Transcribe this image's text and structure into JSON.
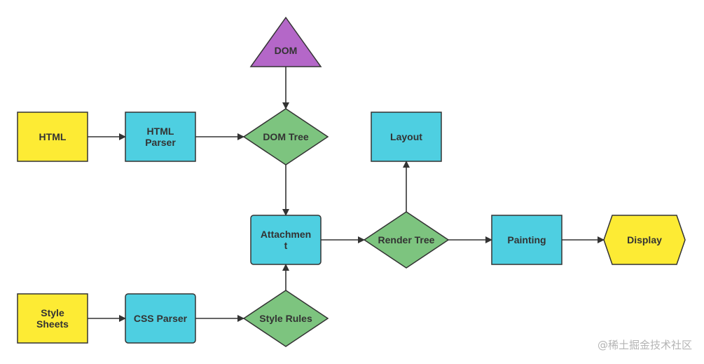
{
  "colors": {
    "yellow": "#FDEB34",
    "cyan": "#4ECFE1",
    "green": "#7DC47F",
    "purple": "#B467C8",
    "stroke": "#333333",
    "text": "#333333",
    "arrow": "#333333"
  },
  "nodes": {
    "html": {
      "lines": [
        "HTML"
      ]
    },
    "html_parser": {
      "lines": [
        "HTML",
        "Parser"
      ]
    },
    "dom": {
      "lines": [
        "DOM"
      ]
    },
    "dom_tree": {
      "lines": [
        "DOM Tree"
      ]
    },
    "layout": {
      "lines": [
        "Layout"
      ]
    },
    "attachment": {
      "lines": [
        "Attachmen",
        "t"
      ]
    },
    "render_tree": {
      "lines": [
        "Render Tree"
      ]
    },
    "painting": {
      "lines": [
        "Painting"
      ]
    },
    "display": {
      "lines": [
        "Display"
      ]
    },
    "style_sheets": {
      "lines": [
        "Style",
        "Sheets"
      ]
    },
    "css_parser": {
      "lines": [
        "CSS Parser"
      ]
    },
    "style_rules": {
      "lines": [
        "Style Rules"
      ]
    }
  },
  "edges": [
    {
      "from": "html",
      "to": "html_parser"
    },
    {
      "from": "html_parser",
      "to": "dom_tree"
    },
    {
      "from": "dom",
      "to": "dom_tree"
    },
    {
      "from": "dom_tree",
      "to": "attachment"
    },
    {
      "from": "style_sheets",
      "to": "css_parser"
    },
    {
      "from": "css_parser",
      "to": "style_rules"
    },
    {
      "from": "style_rules",
      "to": "attachment"
    },
    {
      "from": "attachment",
      "to": "render_tree"
    },
    {
      "from": "render_tree",
      "to": "layout"
    },
    {
      "from": "render_tree",
      "to": "painting"
    },
    {
      "from": "painting",
      "to": "display"
    }
  ],
  "watermark": "@稀土掘金技术社区"
}
